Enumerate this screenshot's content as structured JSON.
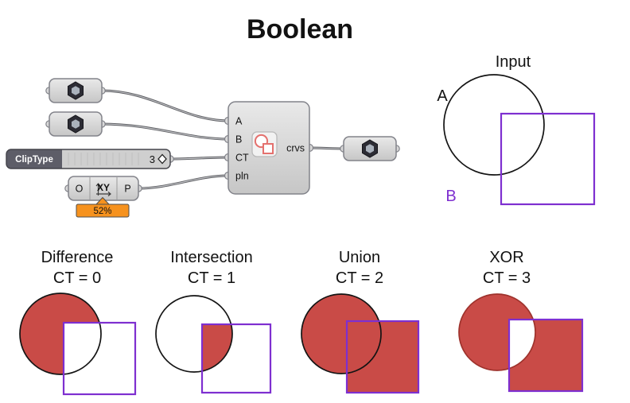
{
  "title": "Boolean",
  "colors": {
    "red_fill": "#c94b47",
    "red_outline": "#9e322c",
    "purple": "#7e2fd0",
    "black_outline": "#141414",
    "orange": "#f6921e",
    "component_fill": "#d9d9d9",
    "component_stroke": "#82838a",
    "slider_label_bg": "#5d5d68"
  },
  "icons": {
    "curve_param": "hexagon-curve-icon",
    "boolean_region": "circle-square-overlap-icon",
    "plane_xy": "xy-axes-icon",
    "slider_grip": "diamond-grip-icon"
  },
  "node_graph": {
    "slider": {
      "label": "ClipType",
      "value": "3"
    },
    "plane_component": {
      "left_port": "O",
      "right_port": "P",
      "icon_label": "XY",
      "expression": "52%"
    },
    "boolean_component": {
      "inputs": [
        "A",
        "B",
        "CT",
        "pln"
      ],
      "output": "crvs"
    }
  },
  "input_diagram": {
    "title": "Input",
    "circle_label": "A",
    "square_label": "B"
  },
  "examples": [
    {
      "name": "Difference",
      "ct_label": "CT = 0"
    },
    {
      "name": "Intersection",
      "ct_label": "CT = 1"
    },
    {
      "name": "Union",
      "ct_label": "CT = 2"
    },
    {
      "name": "XOR",
      "ct_label": "CT = 3"
    }
  ]
}
